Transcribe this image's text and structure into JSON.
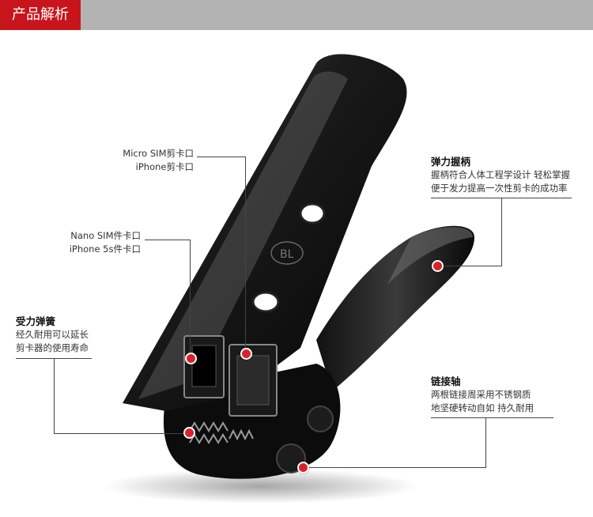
{
  "header": {
    "title": "产品解析",
    "accent": "#c8151b",
    "bar_color": "#b3b3b3"
  },
  "product_image": {
    "icon": "sim-card-cutter-icon",
    "logo_text": "BL"
  },
  "callouts": {
    "micro": {
      "line1": "Micro SIM剪卡口",
      "line2": "iPhone剪卡口"
    },
    "nano": {
      "line1": "Nano SIM件卡口",
      "line2": "iPhone 5s件卡口"
    },
    "spring": {
      "title": "受力弹簧",
      "line1": "经久耐用可以延长",
      "line2": "剪卡器的使用寿命"
    },
    "handle": {
      "title": "弹力握柄",
      "line1": "握柄符合人体工程学设计 轻松掌握",
      "line2": "便于发力提高一次性剪卡的成功率"
    },
    "axle": {
      "title": "链接轴",
      "line1": "两根链接周采用不锈钢质",
      "line2": "地坚硬转动自如 持久耐用"
    }
  }
}
